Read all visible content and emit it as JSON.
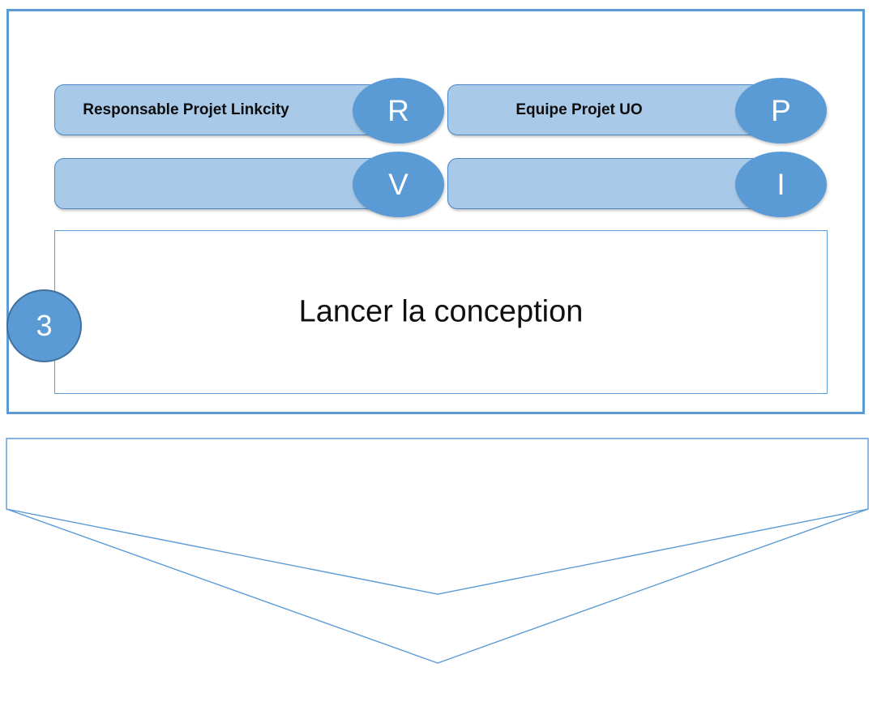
{
  "diagram": {
    "title": "Lancer la conception",
    "step_number": "3",
    "roles": [
      {
        "label": "Responsable Projet Linkcity",
        "raci": "R"
      },
      {
        "label": "Equipe Projet UO",
        "raci": "P"
      },
      {
        "label": "",
        "raci": "V"
      },
      {
        "label": "",
        "raci": "I"
      }
    ],
    "colors": {
      "frame_border": "#5B9BD5",
      "bar_fill": "#A8C9E8",
      "bar_border": "#4A87C4",
      "badge_fill": "#5B9BD5",
      "badge_border": "#41719C",
      "badge_text": "#FFFFFF",
      "activity_border": "#5B9BD5",
      "chevron_stroke": "#5B9BD5",
      "text": "#101010"
    },
    "chevron": {
      "name": "down-chevron-arrow"
    }
  }
}
